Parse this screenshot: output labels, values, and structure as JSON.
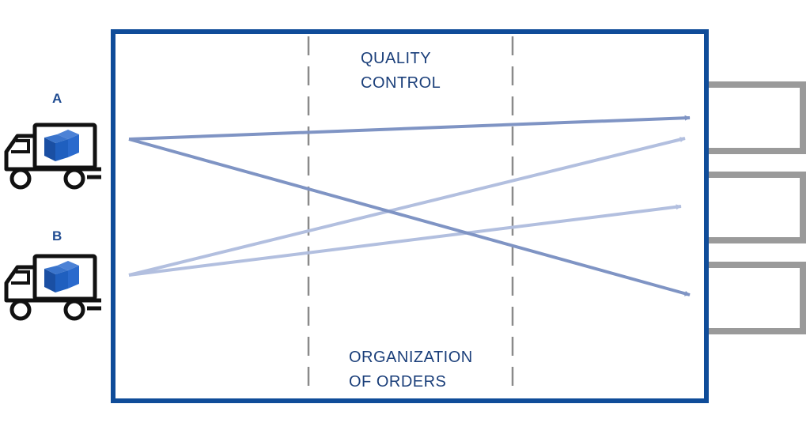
{
  "labels": {
    "truck_a": "A",
    "truck_b": "B",
    "zone_top_line1": "QUALITY",
    "zone_top_line2": "CONTROL",
    "zone_bottom_line1": "ORGANIZATION",
    "zone_bottom_line2": "OF ORDERS"
  },
  "colors": {
    "warehouse_border": "#0f4c99",
    "label_text": "#1b3f7a",
    "truck_label": "#1f4b91",
    "divider": "#8a8a8a",
    "dock": "#9a9a9a",
    "truck_outline": "#111111",
    "package": "#1f5fbf",
    "arrow_from_a": "#7f94c4",
    "arrow_from_b": "#b2bfdf"
  },
  "icons": {
    "truck": "delivery-truck-icon",
    "package": "package-box-icon"
  }
}
